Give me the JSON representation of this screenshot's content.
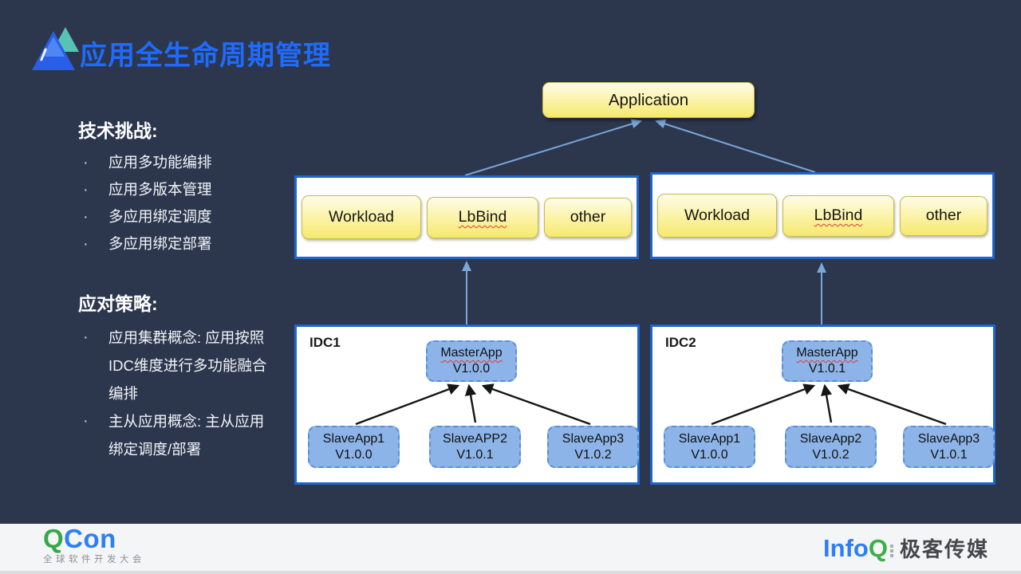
{
  "header": {
    "title": "应用全生命周期管理"
  },
  "left": {
    "challenges": {
      "heading": "技术挑战:",
      "items": [
        "应用多功能编排",
        "应用多版本管理",
        "多应用绑定调度",
        "多应用绑定部署"
      ]
    },
    "strategies": {
      "heading": "应对策略:",
      "items": [
        {
          "lines": [
            "应用集群概念: 应用按照",
            "IDC维度进行多功能融合",
            "编排"
          ]
        },
        {
          "lines": [
            "主从应用概念: 主从应用",
            "绑定调度/部署"
          ]
        }
      ]
    }
  },
  "diagram": {
    "application_label": "Application",
    "groups": [
      {
        "boxes": [
          "Workload",
          "LbBind",
          "other"
        ]
      },
      {
        "boxes": [
          "Workload",
          "LbBind",
          "other"
        ]
      }
    ],
    "idcs": [
      {
        "label": "IDC1",
        "master": {
          "name": "MasterApp",
          "version": "V1.0.0"
        },
        "slaves": [
          {
            "name": "SlaveApp1",
            "version": "V1.0.0"
          },
          {
            "name": "SlaveAPP2",
            "version": "V1.0.1"
          },
          {
            "name": "SlaveApp3",
            "version": "V1.0.2"
          }
        ]
      },
      {
        "label": "IDC2",
        "master": {
          "name": "MasterApp",
          "version": "V1.0.1"
        },
        "slaves": [
          {
            "name": "SlaveApp1",
            "version": "V1.0.0"
          },
          {
            "name": "SlaveApp2",
            "version": "V1.0.2"
          },
          {
            "name": "SlaveApp3",
            "version": "V1.0.1"
          }
        ]
      }
    ]
  },
  "footer": {
    "qcon": {
      "q": "Q",
      "con": "Con",
      "tagline": "全球软件开发大会"
    },
    "infoq": {
      "info": "Info",
      "q": "Q",
      "brand": "极客传媒"
    }
  },
  "colors": {
    "background": "#2c374e",
    "title_blue": "#1f6bff",
    "box_yellow": "#f5e96e",
    "node_blue": "#8db4e8",
    "container_border_blue": "#1c67cf",
    "connector_blue": "#7aa6da",
    "arrow_black": "#151515",
    "qcon_green": "#36a848",
    "qcon_blue": "#2d7ff9",
    "infoq_green": "#3fae49",
    "footer_bg": "#f4f5f6"
  }
}
